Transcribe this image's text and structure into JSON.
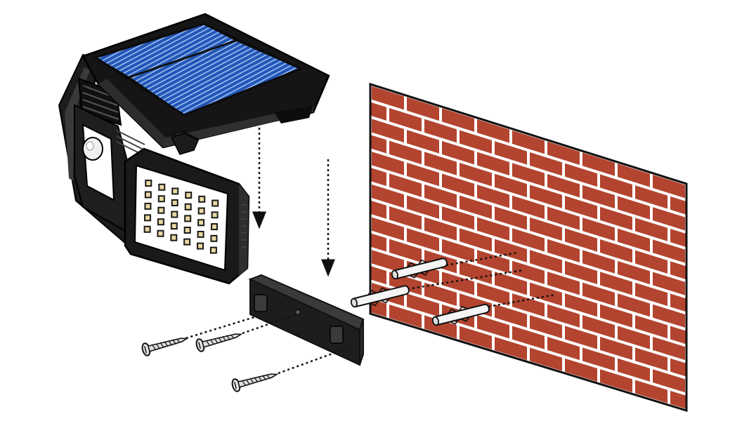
{
  "diagram": {
    "type": "installation-illustration",
    "components": [
      {
        "name": "solar-panel",
        "cells": 2
      },
      {
        "name": "pir-motion-sensor"
      },
      {
        "name": "led-light-panel",
        "led_rows": 5,
        "led_cols": 6
      },
      {
        "name": "mounting-bracket"
      },
      {
        "name": "screws",
        "count": 3
      },
      {
        "name": "wall-anchors",
        "count": 3
      },
      {
        "name": "brick-wall"
      }
    ],
    "guide_lines": "dotted arrows",
    "colors": {
      "brick": "#b0412e",
      "mortar": "#ffffff",
      "solar_cell": "#1e4fa8",
      "housing": "#1c1c1c",
      "led": "#ead8a0",
      "anchor": "#f2f2f2",
      "screw": "#dcdcdc"
    }
  }
}
